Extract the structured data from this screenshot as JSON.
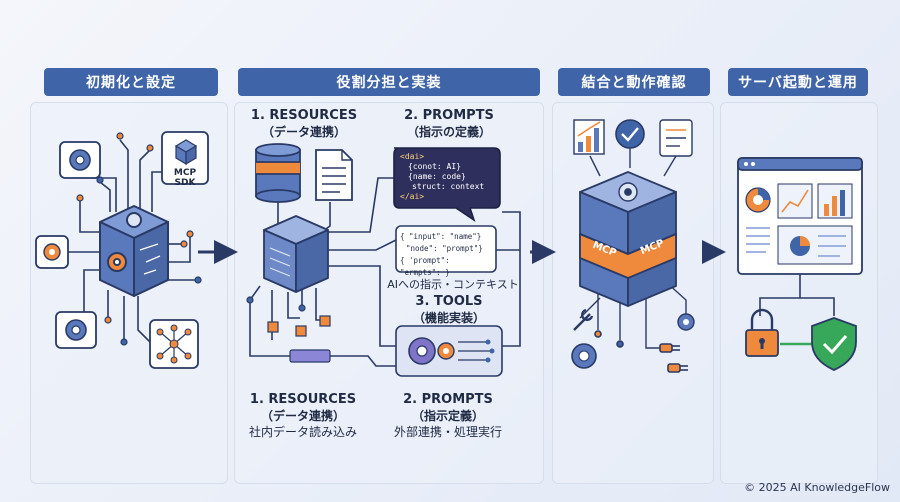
{
  "sections": [
    {
      "title": "初期化と設定"
    },
    {
      "title": "役割分担と実装"
    },
    {
      "title": "結合と動作確認"
    },
    {
      "title": "サーバ起動と運用"
    }
  ],
  "init": {
    "sdk_label": "MCP SDK"
  },
  "roles": {
    "resources_top": {
      "title": "1. RESOURCES",
      "sub": "（データ連携）"
    },
    "prompts_top": {
      "title": "2. PROMPTS",
      "sub": "（指示の定義）"
    },
    "prompt_code": [
      "<dai>",
      "{conot: AI}",
      "{name: code}",
      "struct: context",
      "</ai>"
    ],
    "json_code": [
      "{ \"input\": \"name\"}",
      "\"node\": \"prompt\"}",
      "{ 'prompt\": \"ermpts\": }"
    ],
    "ai_context": "AIへの指示・コンテキスト",
    "tools": {
      "title": "3. TOOLS",
      "sub": "（機能実装）"
    },
    "resources_bottom": {
      "title": "1. RESOURCES",
      "sub": "（データ連携）",
      "desc": "社内データ読み込み"
    },
    "prompts_bottom": {
      "title": "2. PROMPTS",
      "sub": "（指示定義）",
      "desc": "外部連携・処理実行"
    }
  },
  "integration": {
    "mcp_label_a": "MCP",
    "mcp_label_b": "MCP"
  },
  "copyright": "© 2025 AI KnowledgeFlow",
  "colors": {
    "header": "#3f64a8",
    "accent_orange": "#ef8a3c",
    "accent_green": "#37a85a",
    "navy": "#2a3a66"
  }
}
